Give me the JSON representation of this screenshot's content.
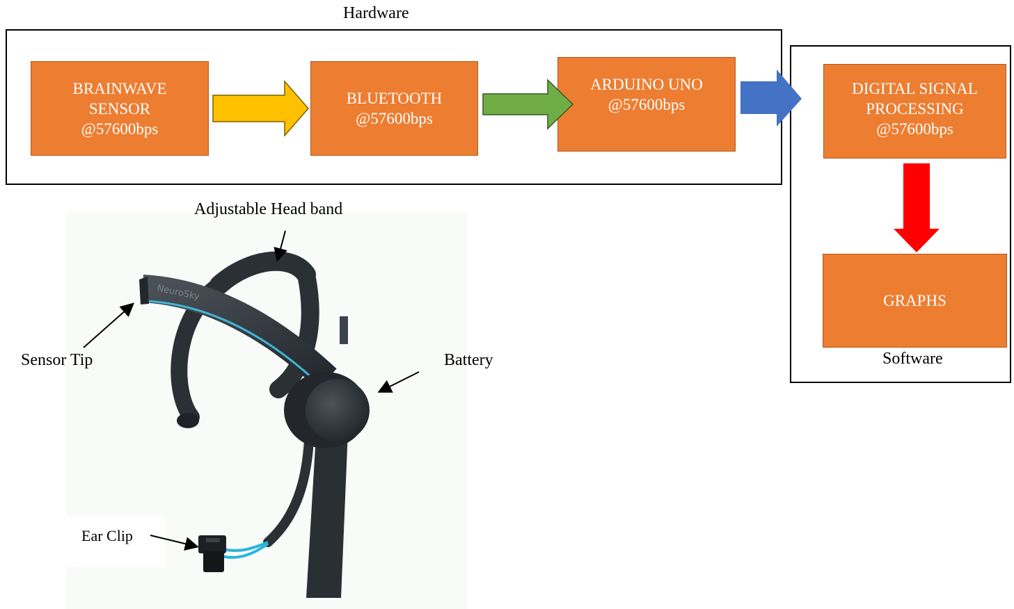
{
  "hardware": {
    "title": "Hardware",
    "blocks": [
      {
        "line1": "BRAINWAVE",
        "line2": "SENSOR",
        "line3": "@57600bps"
      },
      {
        "line1": "BLUETOOTH",
        "line2": "@57600bps"
      },
      {
        "line1": "ARDUINO UNO",
        "line2": "@57600bps"
      }
    ]
  },
  "software": {
    "title": "Software",
    "blocks": [
      {
        "line1": "DIGITAL SIGNAL",
        "line2": "PROCESSING",
        "line3": "@57600bps"
      },
      {
        "line1": "GRAPHS"
      }
    ]
  },
  "arrows": {
    "sensor_to_bluetooth": "#FFC000",
    "bluetooth_to_arduino": "#70AD47",
    "arduino_to_dsp": "#4472C4",
    "dsp_to_graphs": "#FF0000"
  },
  "headset": {
    "callouts": {
      "head_band": "Adjustable Head band",
      "sensor_tip": "Sensor Tip",
      "battery": "Battery",
      "ear_clip": "Ear Clip"
    }
  }
}
